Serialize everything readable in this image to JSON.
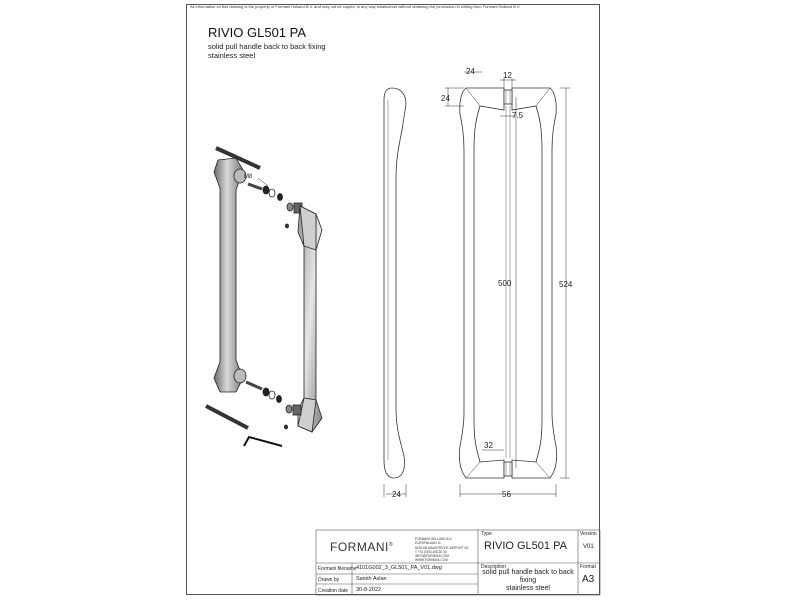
{
  "notice": "All information on this drawing is the property of Formani Holland B.V. and may not be copied, in any way whatsoever without obtaining the permission in writing from Formani Holland B.V.",
  "header": {
    "title": "RIVIO GL501 PA",
    "subtitle1": "solid pull handle back to back fixing",
    "subtitle2": "stainless steel"
  },
  "exploded": {
    "screw_label": "M8"
  },
  "dimensions": {
    "top_width": "24",
    "top_height": "24",
    "gap": "12",
    "rod_dia": "7.5",
    "centers": "500",
    "overall": "524",
    "bottom_width": "32",
    "side_depth": "24",
    "base_width": "56"
  },
  "title_block": {
    "logo": "FORMANI",
    "logo_mark": "®",
    "address": [
      "FORMANI HOLLAND B.V.",
      "EUROPALAAN 11",
      "6199 AB MAASTRICHT-AIRPORT NL",
      "T +31 (0)43 308 30 30",
      "INFO@FORMANI.COM",
      "WWW.FORMANI.COM"
    ],
    "type_label": "Type",
    "type_value": "RIVIO GL501 PA",
    "version_label": "Version",
    "version_value": "V01",
    "filename_label": "Formani filename",
    "filename_value": "4101G002_3_GL501_PA_V01.dwg",
    "drawnby_label": "Drawn by",
    "drawnby_value": "Samih Aslan",
    "date_label": "Creation date",
    "date_value": "30-8-2022",
    "description_label": "Description",
    "description_line1": "solid pull handle back to back",
    "description_line2": "fixing",
    "description_line3": "stainless steel",
    "format_label": "Format",
    "format_value": "A3"
  }
}
